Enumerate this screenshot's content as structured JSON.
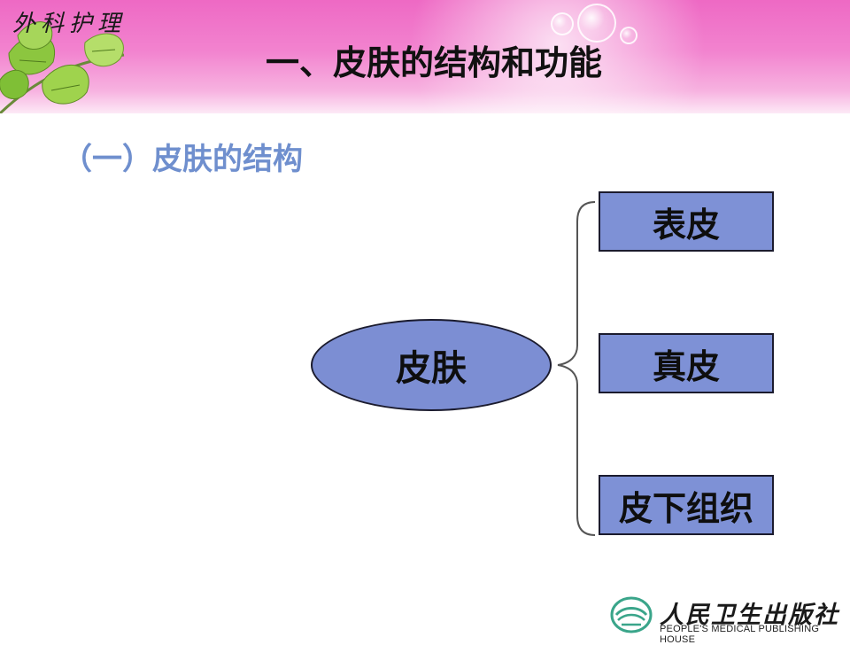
{
  "header": {
    "brand": "外科护理",
    "title": "一、皮肤的结构和功能"
  },
  "section": {
    "subtitle": "（一）皮肤的结构"
  },
  "diagram": {
    "root": "皮肤",
    "children": [
      "表皮",
      "真皮",
      "皮下组织"
    ]
  },
  "publisher": {
    "name_cn": "人民卫生出版社",
    "name_en": "PEOPLE'S MEDICAL PUBLISHING HOUSE"
  },
  "colors": {
    "header_pink": "#ee69c4",
    "subtitle_blue": "#6f8fce",
    "node_fill": "#7e91d6"
  }
}
